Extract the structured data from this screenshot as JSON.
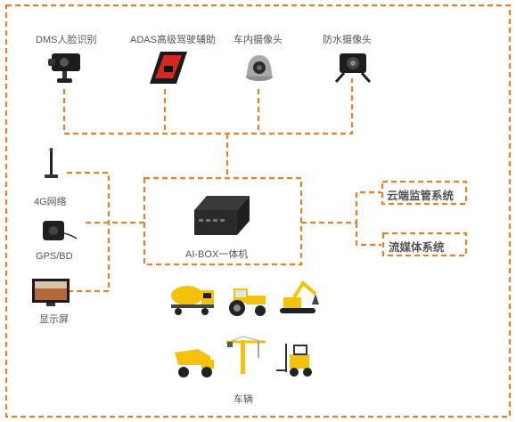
{
  "diagram": {
    "inputs_top": [
      {
        "label": "DMS人脸识别",
        "icon": "dms-camera-icon"
      },
      {
        "label": "ADAS高级驾驶辅助",
        "icon": "adas-camera-icon"
      },
      {
        "label": "车内摄像头",
        "icon": "dome-camera-icon"
      },
      {
        "label": "防水摄像头",
        "icon": "waterproof-camera-icon"
      }
    ],
    "inputs_left": [
      {
        "label": "4G网络",
        "icon": "antenna-icon"
      },
      {
        "label": "GPS/BD",
        "icon": "gps-puck-icon"
      },
      {
        "label": "显示屏",
        "icon": "monitor-icon"
      }
    ],
    "center": {
      "label": "AI-BOX一体机",
      "icon": "ai-box-icon"
    },
    "outputs_right": [
      {
        "label": "云端监管系统"
      },
      {
        "label": "流媒体系统"
      }
    ],
    "vehicles": {
      "label": "车辆",
      "icons": [
        "mixer-truck-icon",
        "tractor-icon",
        "excavator-icon",
        "dump-truck-icon",
        "tower-crane-icon",
        "forklift-icon"
      ]
    },
    "colors": {
      "connector": "#E8812A",
      "vehicle_yellow": "#F2C20C",
      "text": "#555555",
      "device_dark": "#222222",
      "adas_red": "#D6281E"
    }
  }
}
